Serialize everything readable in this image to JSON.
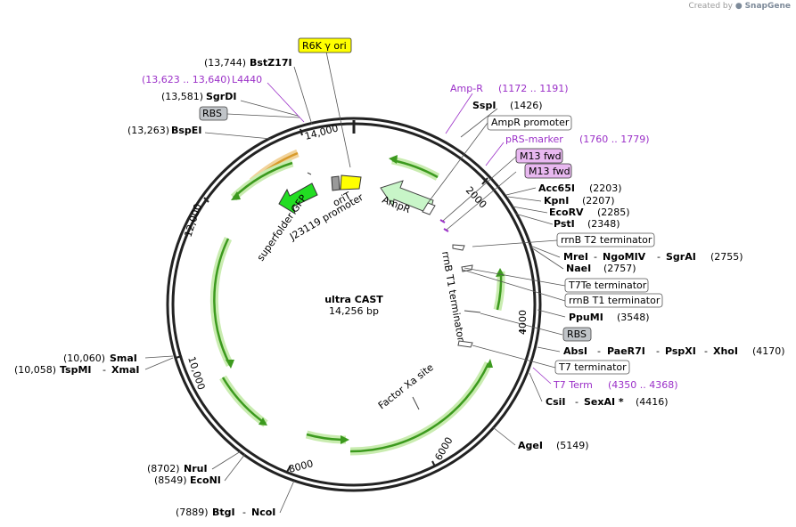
{
  "credit": {
    "prefix": "Created by",
    "brand": "SnapGene"
  },
  "plasmid": {
    "name": "ultra CAST",
    "length_text": "14,256 bp"
  },
  "ticks": [
    "2000",
    "4000",
    "6000",
    "8000",
    "10,000",
    "12,000",
    "14,000"
  ],
  "features": {
    "ampr": "AmpR",
    "rrnb_t1": "rrnB T1 terminator",
    "factor_xa": "Factor Xa site",
    "superfolder_gfp": "superfolder GFP",
    "orit": "oriT",
    "j23119": "J23119 promoter"
  },
  "boxed": {
    "r6k": "R6K γ ori",
    "rbs1": "RBS",
    "ampr_promoter": "AmpR promoter",
    "m13_fwd_1": "M13 fwd",
    "m13_fwd_2": "M13 fwd",
    "rrnb_t2": "rrnB T2 terminator",
    "t7te": "T7Te terminator",
    "rrnb_t1_box": "rrnB T1 terminator",
    "rbs2": "RBS",
    "t7_term_box": "T7 terminator"
  },
  "primers": {
    "l4440_pos": "(13,623 .. 13,640)",
    "l4440": "L4440",
    "ampr_r": "Amp-R",
    "ampr_r_pos": "(1172 .. 1191)",
    "prs": "pRS-marker",
    "prs_pos": "(1760 .. 1779)",
    "t7term": "T7 Term",
    "t7term_pos": "(4350 .. 4368)"
  },
  "sites": {
    "bstz17i_pos": "(13,744)",
    "bstz17i": "BstZ17I",
    "sgrdi_pos": "(13,581)",
    "sgrdi": "SgrDI",
    "bspei_pos": "(13,263)",
    "bspei": "BspEI",
    "sspi": "SspI",
    "sspi_pos": "(1426)",
    "acc65i": "Acc65I",
    "acc65i_pos": "(2203)",
    "kpni": "KpnI",
    "kpni_pos": "(2207)",
    "ecorv": "EcoRV",
    "ecorv_pos": "(2285)",
    "psti": "PstI",
    "psti_pos": "(2348)",
    "mrei": "MreI",
    "ngomiv": "NgoMIV",
    "sgrai": "SgrAI",
    "mrei_pos": "(2755)",
    "naei": "NaeI",
    "naei_pos": "(2757)",
    "ppumi": "PpuMI",
    "ppumi_pos": "(3548)",
    "absi": "AbsI",
    "paer7i": "PaeR7I",
    "pspxi": "PspXI",
    "xhoi": "XhoI",
    "absi_pos": "(4170)",
    "csii": "CsiI",
    "sexai": "SexAI *",
    "csii_pos": "(4416)",
    "agei": "AgeI",
    "agei_pos": "(5149)",
    "smai_pos": "(10,060)",
    "smai": "SmaI",
    "tspmi_pos": "(10,058)",
    "tspmi": "TspMI",
    "xmai": "XmaI",
    "nrui_pos": "(8702)",
    "nrui": "NruI",
    "econi_pos": "(8549)",
    "econi": "EcoNI",
    "btgi_pos": "(7889)",
    "btgi": "BtgI",
    "ncoi": "NcoI"
  },
  "colors": {
    "gfp": "#22dd22",
    "orit_yellow": "#ffff00",
    "ampr_fill": "#c8f5c8",
    "orf_green": "#3c9a1e",
    "orf_glow": "#c9ecb0",
    "orange": "#d89a2a",
    "purple": "#9b30c8"
  }
}
